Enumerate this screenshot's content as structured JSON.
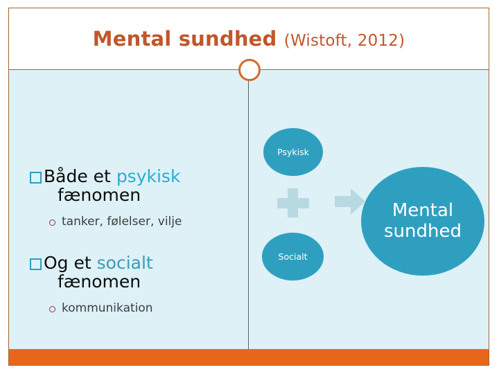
{
  "slide": {
    "title": {
      "main": "Mental sundhed",
      "citation": "(Wistoft, 2012)"
    },
    "colors": {
      "title_text": "#c1562a",
      "frame_border": "#a4652e",
      "content_background": "#ddf1f7",
      "footer_bar": "#e8661c",
      "node_fill": "#2f9fc0",
      "highlight_psykisk": "#29add4",
      "highlight_socialt": "#3a9cb5",
      "level1_marker": "#2d9fbb",
      "level2_marker": "#9e2a3a",
      "plus_arrow": "#b9d9e2"
    }
  },
  "bullets": [
    {
      "level": 1,
      "marker": "square-bullet",
      "line1_prefix": "Både et ",
      "line1_highlight": "psykisk",
      "line2": "fænomen"
    },
    {
      "level": 2,
      "marker": "circle-bullet",
      "text": "tanker, følelser, vilje"
    },
    {
      "level": 1,
      "marker": "square-bullet",
      "line1_prefix": "Og et ",
      "line1_highlight": "socialt",
      "line2": "fænomen"
    },
    {
      "level": 2,
      "marker": "circle-bullet",
      "text": "kommunikation"
    }
  ],
  "diagram": {
    "nodes": [
      {
        "id": "psykisk",
        "label": "Psykisk"
      },
      {
        "id": "socialt",
        "label": "Socialt"
      },
      {
        "id": "mental",
        "label_line1": "Mental",
        "label_line2": "sundhed"
      }
    ],
    "operators": [
      {
        "id": "plus",
        "glyph": "plus-sign"
      },
      {
        "id": "arrow",
        "glyph": "right-arrow"
      }
    ]
  }
}
